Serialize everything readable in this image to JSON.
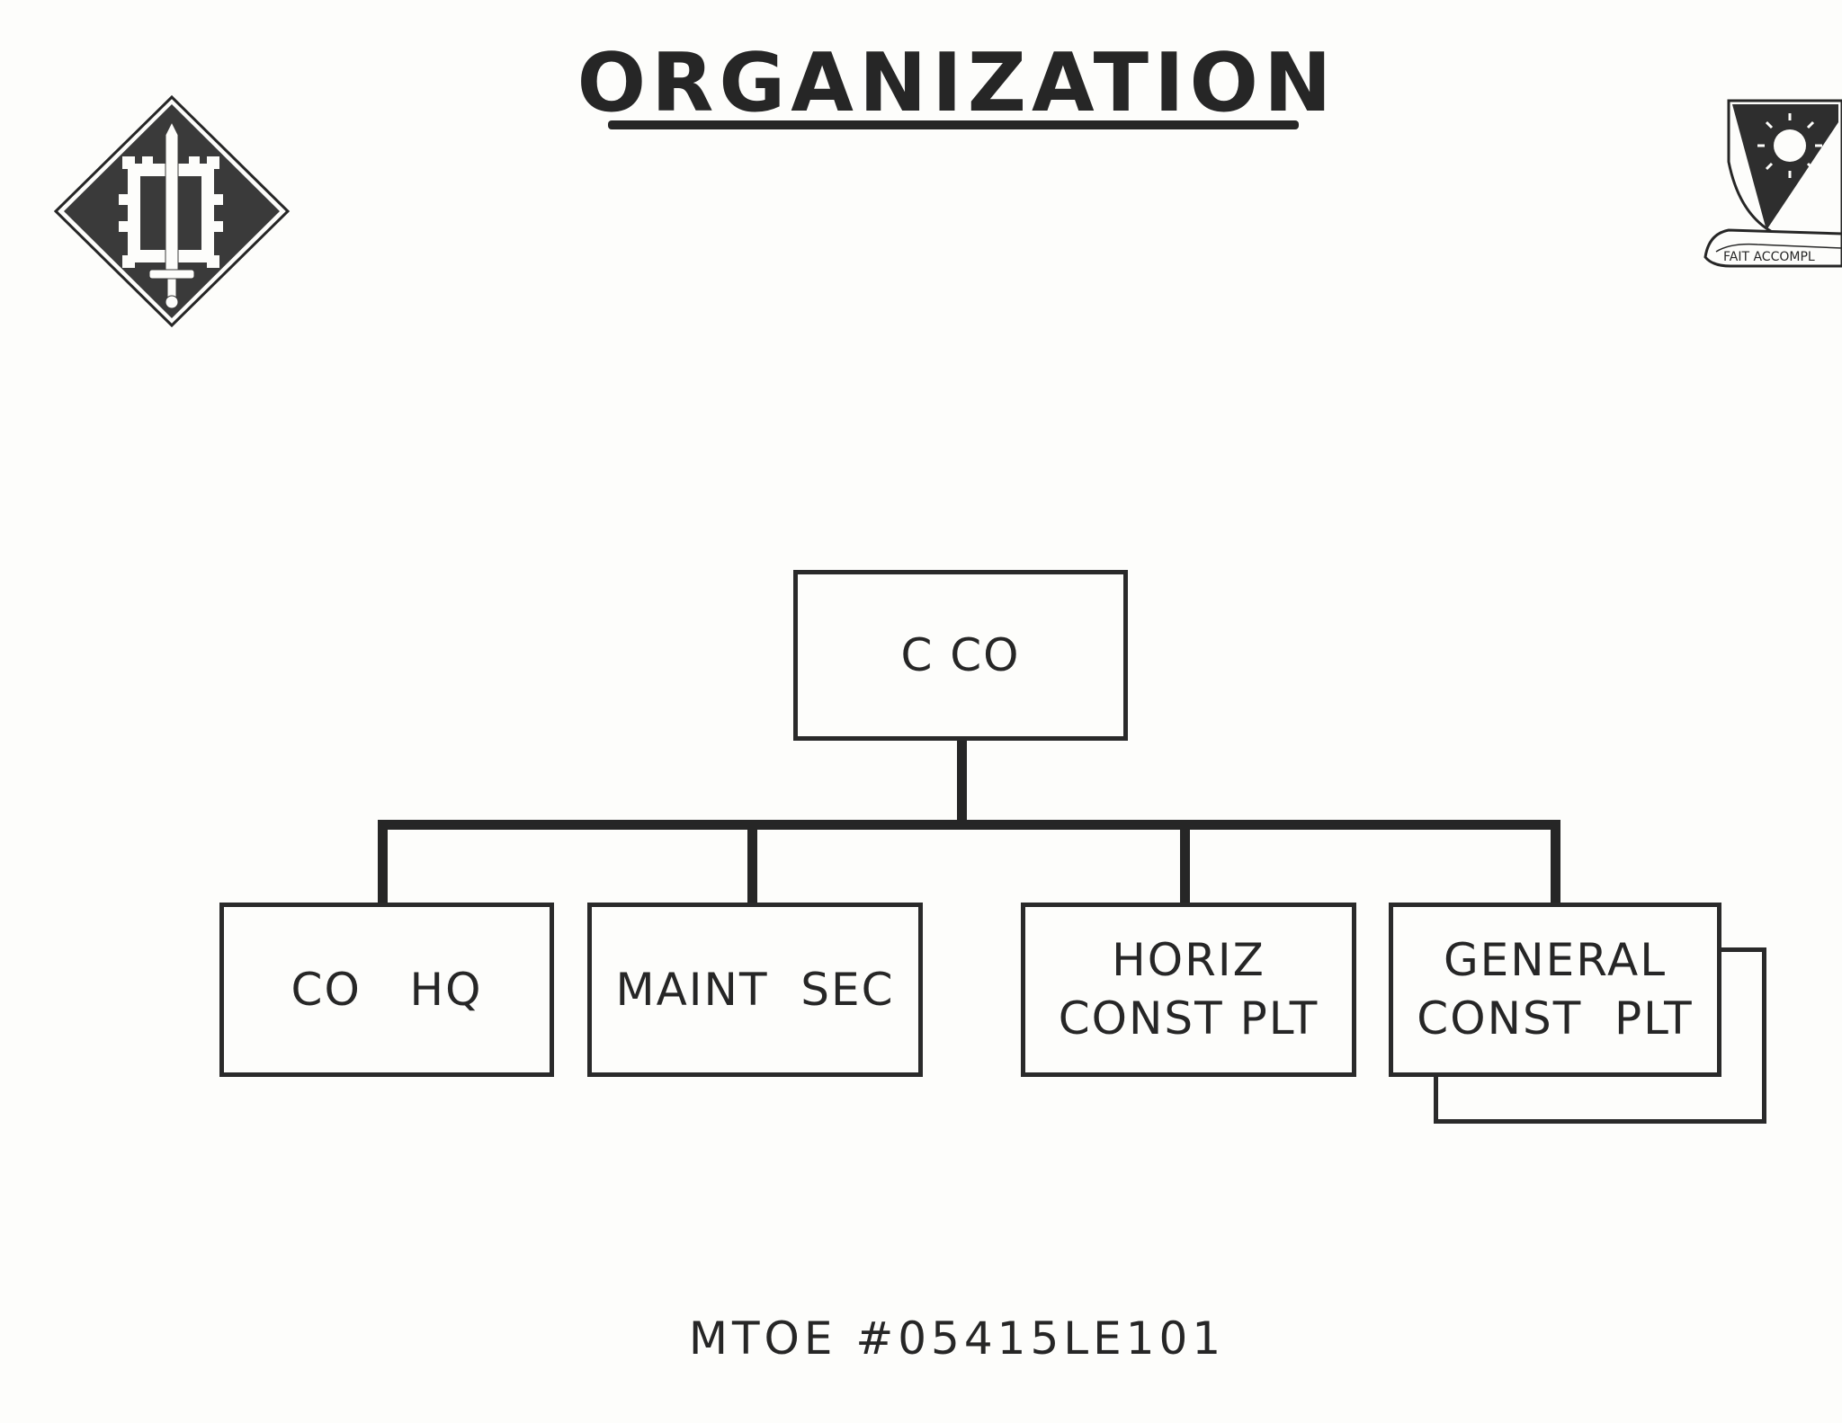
{
  "title": "ORGANIZATION",
  "root": {
    "label": "C CO"
  },
  "units": [
    {
      "lines": [
        "CO   HQ"
      ]
    },
    {
      "lines": [
        "MAINT  SEC"
      ]
    },
    {
      "lines": [
        "HORIZ",
        "CONST PLT"
      ]
    },
    {
      "lines": [
        "GENERAL",
        "CONST  PLT"
      ]
    }
  ],
  "footer": "MTOE #05415LE101",
  "crest": {
    "motto": "FAIT  ACCOMPL"
  }
}
